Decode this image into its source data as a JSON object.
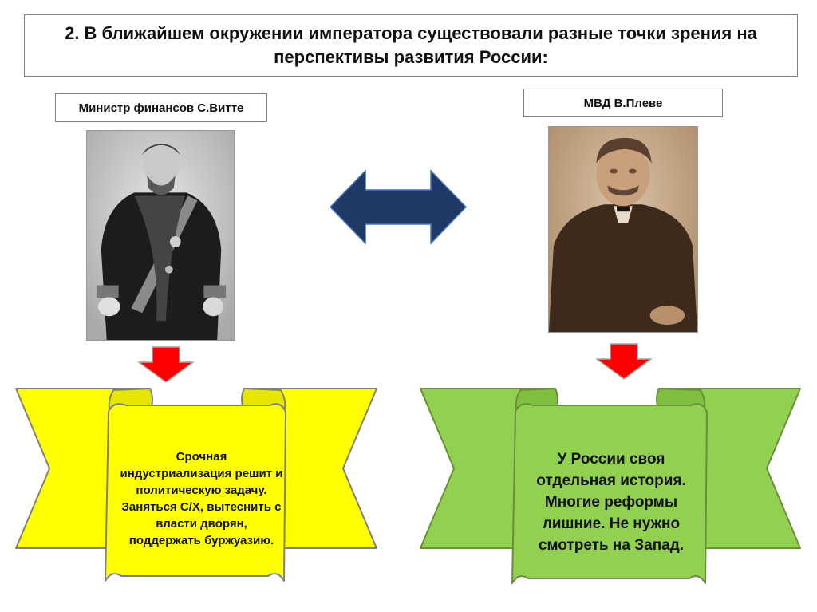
{
  "slide": {
    "title": "2. В ближайшем окружении императора существовали разные точки зрения на перспективы развития России:"
  },
  "left": {
    "label": "Министр финансов С.Витте",
    "text": "Срочная индустриализация решит и политическую задачу. Заняться С/Х, вытеснить с власти дворян, поддержать буржуазию.",
    "banner_color": "#ffff00"
  },
  "right": {
    "label": "МВД В.Плеве",
    "text": "У России своя отдельная история. Многие реформы лишние. Не нужно смотреть на Запад.",
    "banner_color": "#92d050"
  },
  "colors": {
    "double_arrow": "#1f3864",
    "down_arrow": "#ff0000",
    "border": "#7f7f7f"
  },
  "icons": {
    "double_arrow": "double-arrow-icon",
    "down_arrow": "down-arrow-icon"
  }
}
